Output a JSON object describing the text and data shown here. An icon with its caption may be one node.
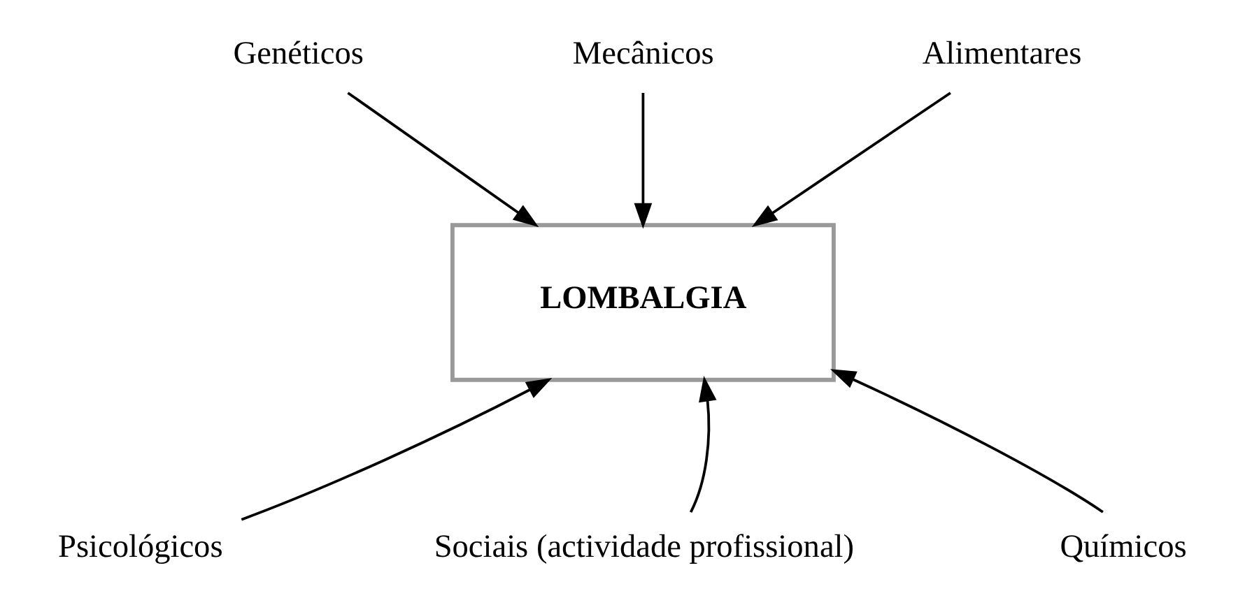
{
  "diagram": {
    "nodes": [
      {
        "text": [
          "LOMBALGIA"
        ]
      },
      {
        "text": [
          "Genéticos"
        ]
      },
      {
        "text": [
          "Mecânicos"
        ]
      },
      {
        "text": [
          "Alimentares"
        ]
      },
      {
        "text": [
          "Psicológicos"
        ]
      },
      {
        "text": [
          "Sociais (actividade profissional)"
        ]
      },
      {
        "text": [
          "Químicos"
        ]
      }
    ],
    "edges": [
      {
        "from": 2,
        "to": 0,
        "arrow": "to"
      },
      {
        "from": 1,
        "to": 0,
        "arrow": "to"
      },
      {
        "from": 3,
        "to": 0,
        "arrow": "to"
      },
      {
        "from": 4,
        "to": 0,
        "arrow": "to"
      },
      {
        "from": 5,
        "to": 0,
        "arrow": "to"
      },
      {
        "from": 6,
        "to": 0,
        "arrow": "to"
      }
    ]
  }
}
